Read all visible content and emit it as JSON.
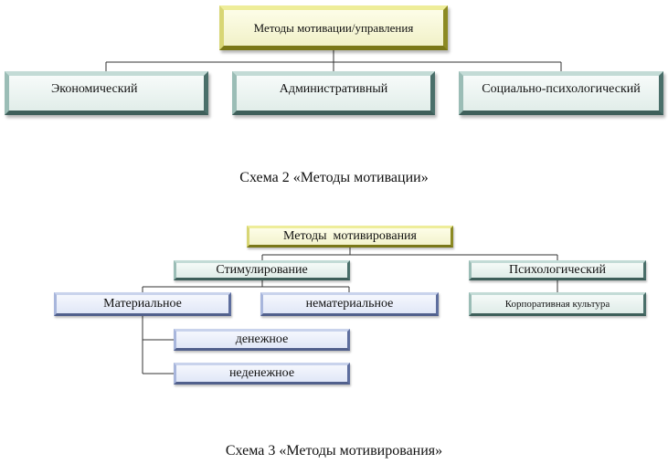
{
  "scheme2": {
    "root": "Методы мотивации/управления",
    "children": [
      "Экономический",
      "Административный",
      "Социально-психологический"
    ],
    "caption": "Схема 2 «Методы мотивации»"
  },
  "scheme3": {
    "root": "Методы  мотивирования",
    "stimulation": "Стимулирование",
    "psychological": "Психологический",
    "material": "Материальное",
    "non_material": "нематериальное",
    "monetary": "денежное",
    "non_monetary": "неденежное",
    "corporate_culture": "Корпоративная культура",
    "caption": "Схема 3 «Методы мотивирования»"
  },
  "colors": {
    "yellow_border": "#d8d675",
    "green_border": "#4a6f6a",
    "blue_border": "#5e6e9e",
    "connector": "#333333"
  }
}
